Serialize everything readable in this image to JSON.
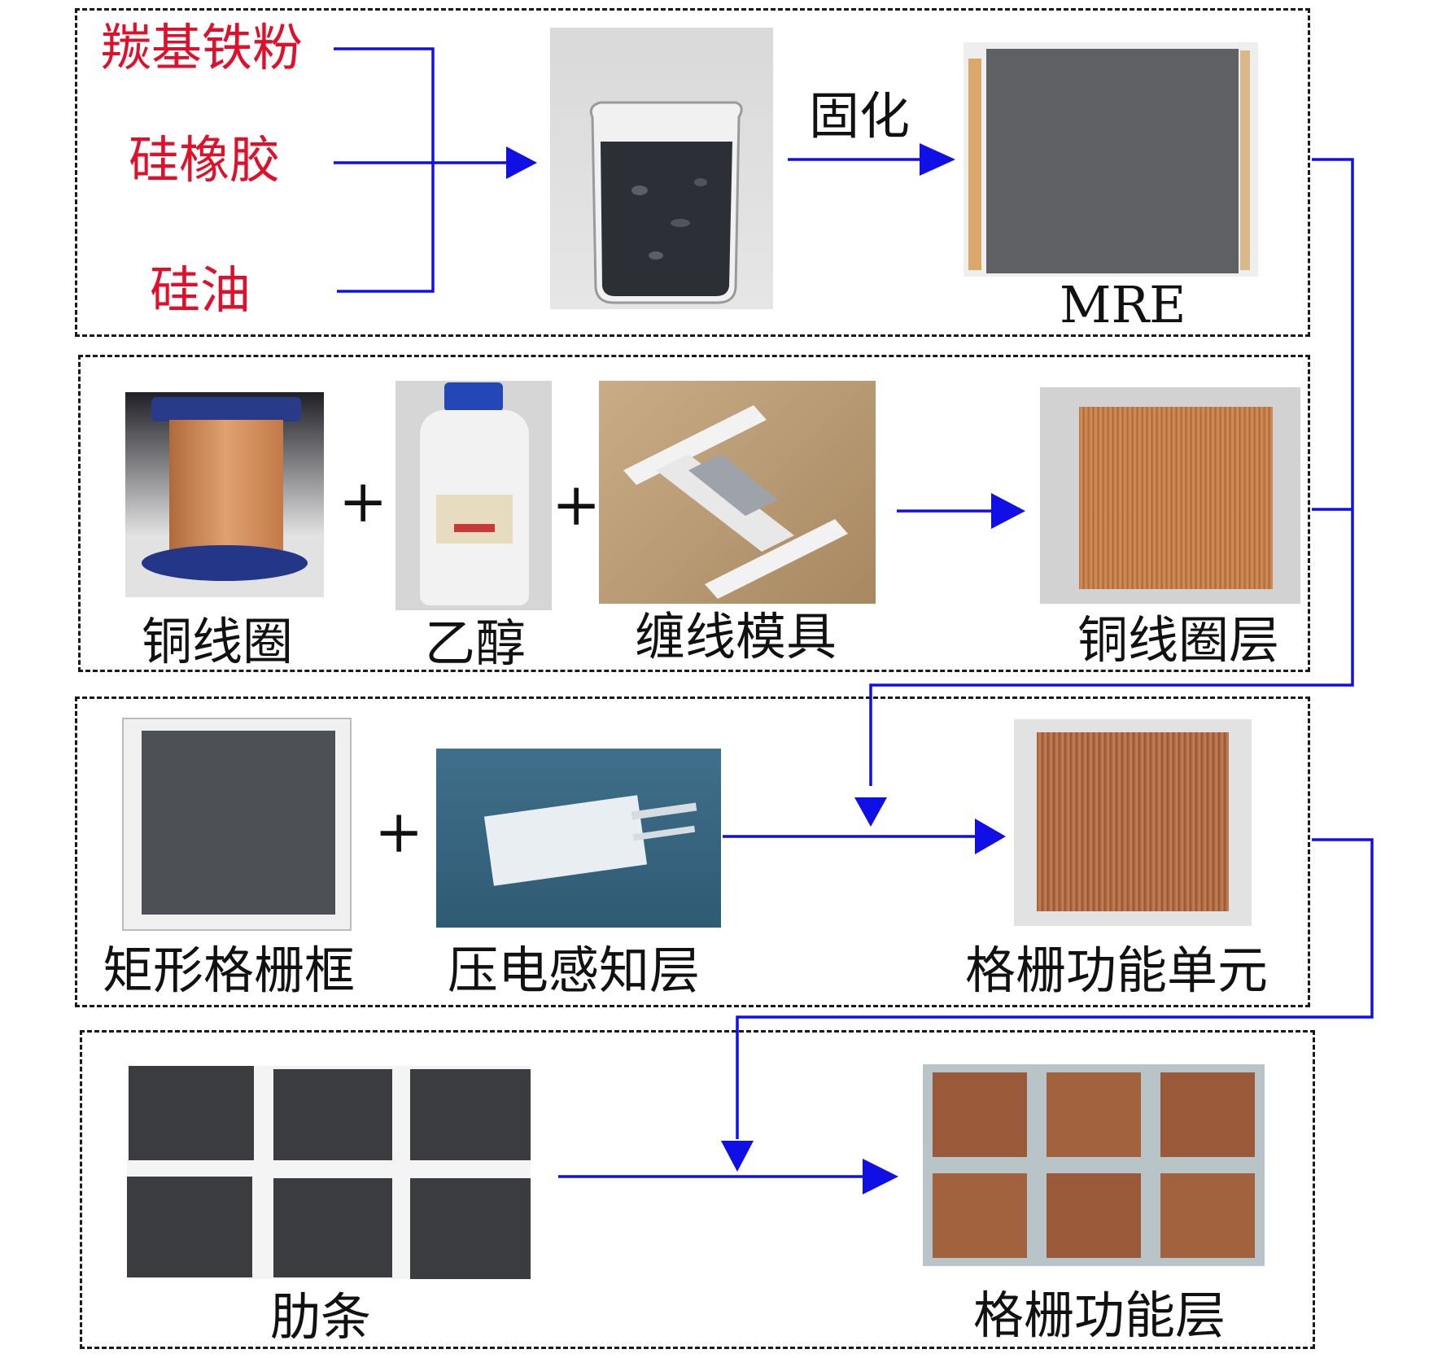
{
  "stage1": {
    "inputs": [
      "羰基铁粉",
      "硅橡胶",
      "硅油"
    ],
    "process_label": "固化",
    "output_label": "MRE"
  },
  "stage2": {
    "items": [
      "铜线圈",
      "乙醇",
      "缠线模具"
    ],
    "output_label": "铜线圈层"
  },
  "stage3": {
    "items": [
      "矩形格栅框",
      "压电感知层"
    ],
    "output_label": "格栅功能单元"
  },
  "stage4": {
    "items": [
      "肋条"
    ],
    "output_label": "格栅功能层"
  },
  "plus_sign": "+",
  "colors": {
    "arrow": "#1010e6",
    "input_text": "#e0102a",
    "border": "#1a1a1a"
  }
}
